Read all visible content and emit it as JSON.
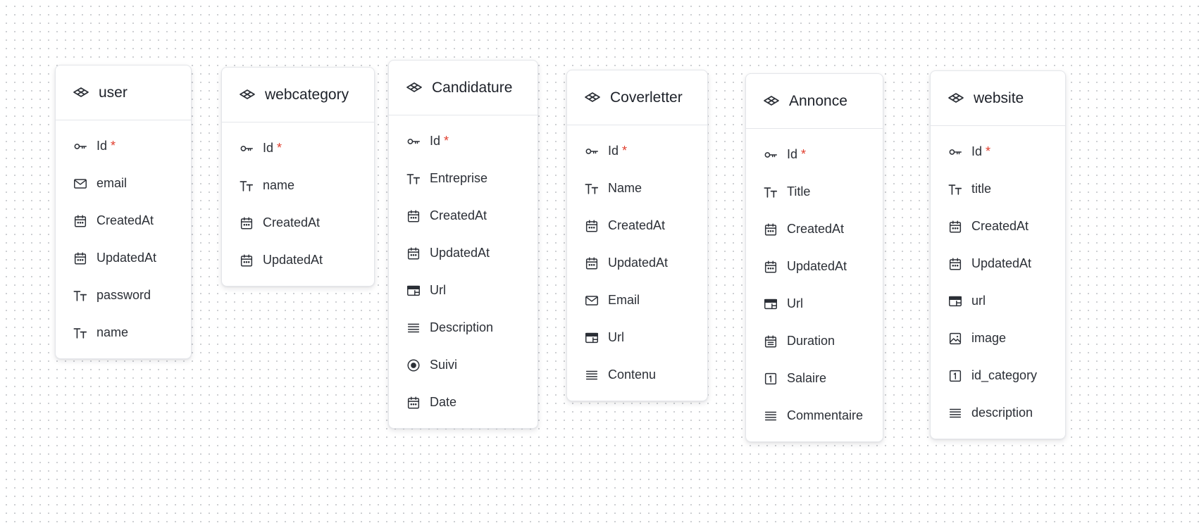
{
  "tables": [
    {
      "title": "user",
      "fields": [
        {
          "name": "Id",
          "icon": "key-icon",
          "required": "*"
        },
        {
          "name": "email",
          "icon": "mail-icon"
        },
        {
          "name": "CreatedAt",
          "icon": "calendar-icon"
        },
        {
          "name": "UpdatedAt",
          "icon": "calendar-icon"
        },
        {
          "name": "password",
          "icon": "text-icon"
        },
        {
          "name": "name",
          "icon": "text-icon"
        }
      ]
    },
    {
      "title": "webcategory",
      "fields": [
        {
          "name": "Id",
          "icon": "key-icon",
          "required": "*"
        },
        {
          "name": "name",
          "icon": "text-icon"
        },
        {
          "name": "CreatedAt",
          "icon": "calendar-icon"
        },
        {
          "name": "UpdatedAt",
          "icon": "calendar-icon"
        }
      ]
    },
    {
      "title": "Candidature",
      "fields": [
        {
          "name": "Id",
          "icon": "key-icon",
          "required": "*"
        },
        {
          "name": "Entreprise",
          "icon": "text-icon"
        },
        {
          "name": "CreatedAt",
          "icon": "calendar-icon"
        },
        {
          "name": "UpdatedAt",
          "icon": "calendar-icon"
        },
        {
          "name": "Url",
          "icon": "browser-icon"
        },
        {
          "name": "Description",
          "icon": "paragraph-icon"
        },
        {
          "name": "Suivi",
          "icon": "radio-icon"
        },
        {
          "name": "Date",
          "icon": "calendar-icon"
        }
      ]
    },
    {
      "title": "Coverletter",
      "fields": [
        {
          "name": "Id",
          "icon": "key-icon",
          "required": "*"
        },
        {
          "name": "Name",
          "icon": "text-icon"
        },
        {
          "name": "CreatedAt",
          "icon": "calendar-icon"
        },
        {
          "name": "UpdatedAt",
          "icon": "calendar-icon"
        },
        {
          "name": "Email",
          "icon": "mail-icon"
        },
        {
          "name": "Url",
          "icon": "browser-icon"
        },
        {
          "name": "Contenu",
          "icon": "paragraph-icon"
        }
      ]
    },
    {
      "title": "Annonce",
      "fields": [
        {
          "name": "Id",
          "icon": "key-icon",
          "required": "*"
        },
        {
          "name": "Title",
          "icon": "text-icon"
        },
        {
          "name": "CreatedAt",
          "icon": "calendar-icon"
        },
        {
          "name": "UpdatedAt",
          "icon": "calendar-icon"
        },
        {
          "name": "Url",
          "icon": "browser-icon"
        },
        {
          "name": "Duration",
          "icon": "calendar-lines-icon"
        },
        {
          "name": "Salaire",
          "icon": "number-icon"
        },
        {
          "name": "Commentaire",
          "icon": "paragraph-icon"
        }
      ]
    },
    {
      "title": "website",
      "fields": [
        {
          "name": "Id",
          "icon": "key-icon",
          "required": "*"
        },
        {
          "name": "title",
          "icon": "text-icon"
        },
        {
          "name": "CreatedAt",
          "icon": "calendar-icon"
        },
        {
          "name": "UpdatedAt",
          "icon": "calendar-icon"
        },
        {
          "name": "url",
          "icon": "browser-icon"
        },
        {
          "name": "image",
          "icon": "image-icon"
        },
        {
          "name": "id_category",
          "icon": "number-icon"
        },
        {
          "name": "description",
          "icon": "paragraph-icon"
        }
      ]
    }
  ]
}
